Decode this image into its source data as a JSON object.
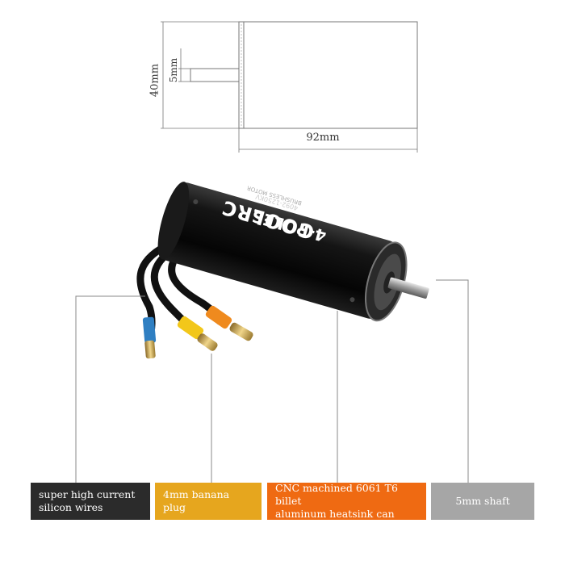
{
  "dimensions": {
    "height_label": "40mm",
    "length_label": "92mm",
    "shaft_label": "5mm"
  },
  "motor": {
    "brand": "GOOLRC",
    "poles": "4-POLES",
    "model": "4092-1250KV",
    "type": "BRUSHLESS MOTOR"
  },
  "callouts": [
    {
      "text_line1": "super high current",
      "text_line2": "silicon wires",
      "bg": "#2b2b2b",
      "fg": "#ffffff"
    },
    {
      "text_line1": "4mm banana plug",
      "text_line2": "",
      "bg": "#e6a61e",
      "fg": "#ffffff"
    },
    {
      "text_line1": "CNC machined 6061 T6 billet",
      "text_line2": "aluminum heatsink can",
      "bg": "#ef6a12",
      "fg": "#ffffff"
    },
    {
      "text_line1": "5mm shaft",
      "text_line2": "",
      "bg": "#a6a6a6",
      "fg": "#ffffff"
    }
  ]
}
